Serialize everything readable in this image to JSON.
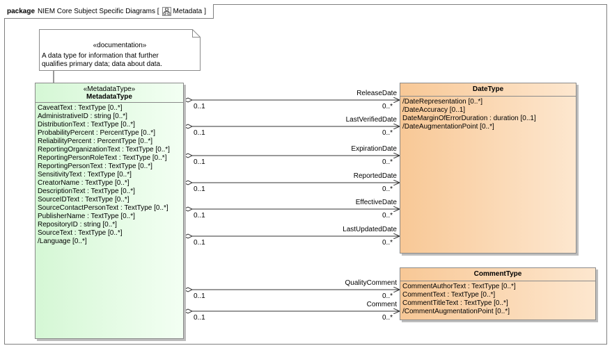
{
  "frame": {
    "keyword": "package",
    "title": "NIEM Core Subject Specific Diagrams [",
    "diagram_name": "Metadata",
    "title_end": "]"
  },
  "note": {
    "stereotype": "«documentation»",
    "text_line1": "A data type for information that further",
    "text_line2": "qualifies primary data; data about data."
  },
  "metadata_class": {
    "stereotype": "«MetadataType»",
    "name": "MetadataType",
    "attributes": [
      "CaveatText : TextType [0..*]",
      "AdministrativeID : string [0..*]",
      "DistributionText : TextType [0..*]",
      "ProbabilityPercent : PercentType [0..*]",
      "ReliabilityPercent : PercentType [0..*]",
      "ReportingOrganizationText : TextType [0..*]",
      "ReportingPersonRoleText : TextType [0..*]",
      "ReportingPersonText : TextType [0..*]",
      "SensitivityText : TextType [0..*]",
      "CreatorName : TextType [0..*]",
      "DescriptionText : TextType [0..*]",
      "SourceIDText : TextType [0..*]",
      "SourceContactPersonText : TextType [0..*]",
      "PublisherName : TextType [0..*]",
      "RepositoryID : string [0..*]",
      "SourceText : TextType [0..*]",
      "/Language [0..*]"
    ]
  },
  "date_class": {
    "name": "DateType",
    "attributes": [
      "/DateRepresentation [0..*]",
      "/DateAccuracy [0..1]",
      "DateMarginOfErrorDuration : duration [0..1]",
      "/DateAugmentationPoint [0..*]"
    ]
  },
  "comment_class": {
    "name": "CommentType",
    "attributes": [
      "CommentAuthorText : TextType [0..*]",
      "CommentText : TextType [0..*]",
      "CommentTitleText : TextType [0..*]",
      "/CommentAugmentationPoint [0..*]"
    ]
  },
  "associations": [
    {
      "role": "ReleaseDate",
      "source_mult": "0..1",
      "target_mult": "0..*"
    },
    {
      "role": "LastVerifiedDate",
      "source_mult": "0..1",
      "target_mult": "0..*"
    },
    {
      "role": "ExpirationDate",
      "source_mult": "0..1",
      "target_mult": "0..*"
    },
    {
      "role": "ReportedDate",
      "source_mult": "0..1",
      "target_mult": "0..*"
    },
    {
      "role": "EffectiveDate",
      "source_mult": "0..1",
      "target_mult": "0..*"
    },
    {
      "role": "LastUpdatedDate",
      "source_mult": "0..1",
      "target_mult": "0..*"
    },
    {
      "role": "QualityComment",
      "source_mult": "0..1",
      "target_mult": "0..*"
    },
    {
      "role": "Comment",
      "source_mult": "0..1",
      "target_mult": "0..*"
    }
  ]
}
